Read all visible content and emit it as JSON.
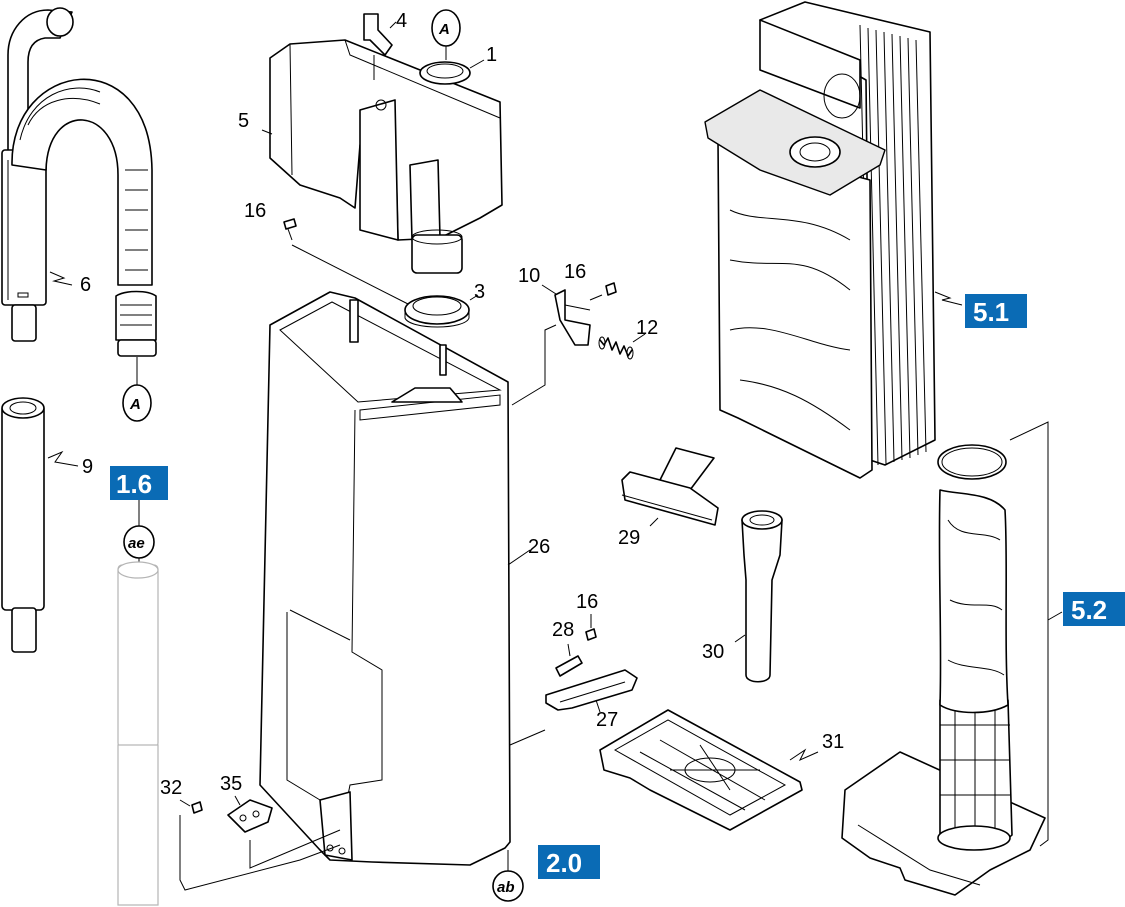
{
  "callouts": {
    "c1": "1",
    "c3": "3",
    "c4": "4",
    "c5": "5",
    "c6": "6",
    "c9": "9",
    "c10": "10",
    "c12": "12",
    "c16a": "16",
    "c16b": "16",
    "c16c": "16",
    "c26": "26",
    "c27": "27",
    "c28": "28",
    "c29": "29",
    "c30": "30",
    "c31": "31",
    "c32": "32",
    "c35": "35"
  },
  "badges": {
    "b16": "1.6",
    "b20": "2.0",
    "b51": "5.1",
    "b52": "5.2"
  },
  "references": {
    "a_top": "A",
    "a_hose": "A",
    "ae": "ae",
    "ab": "ab"
  },
  "colors": {
    "badge_fill": "#0a6bb5",
    "line": "#000000"
  }
}
